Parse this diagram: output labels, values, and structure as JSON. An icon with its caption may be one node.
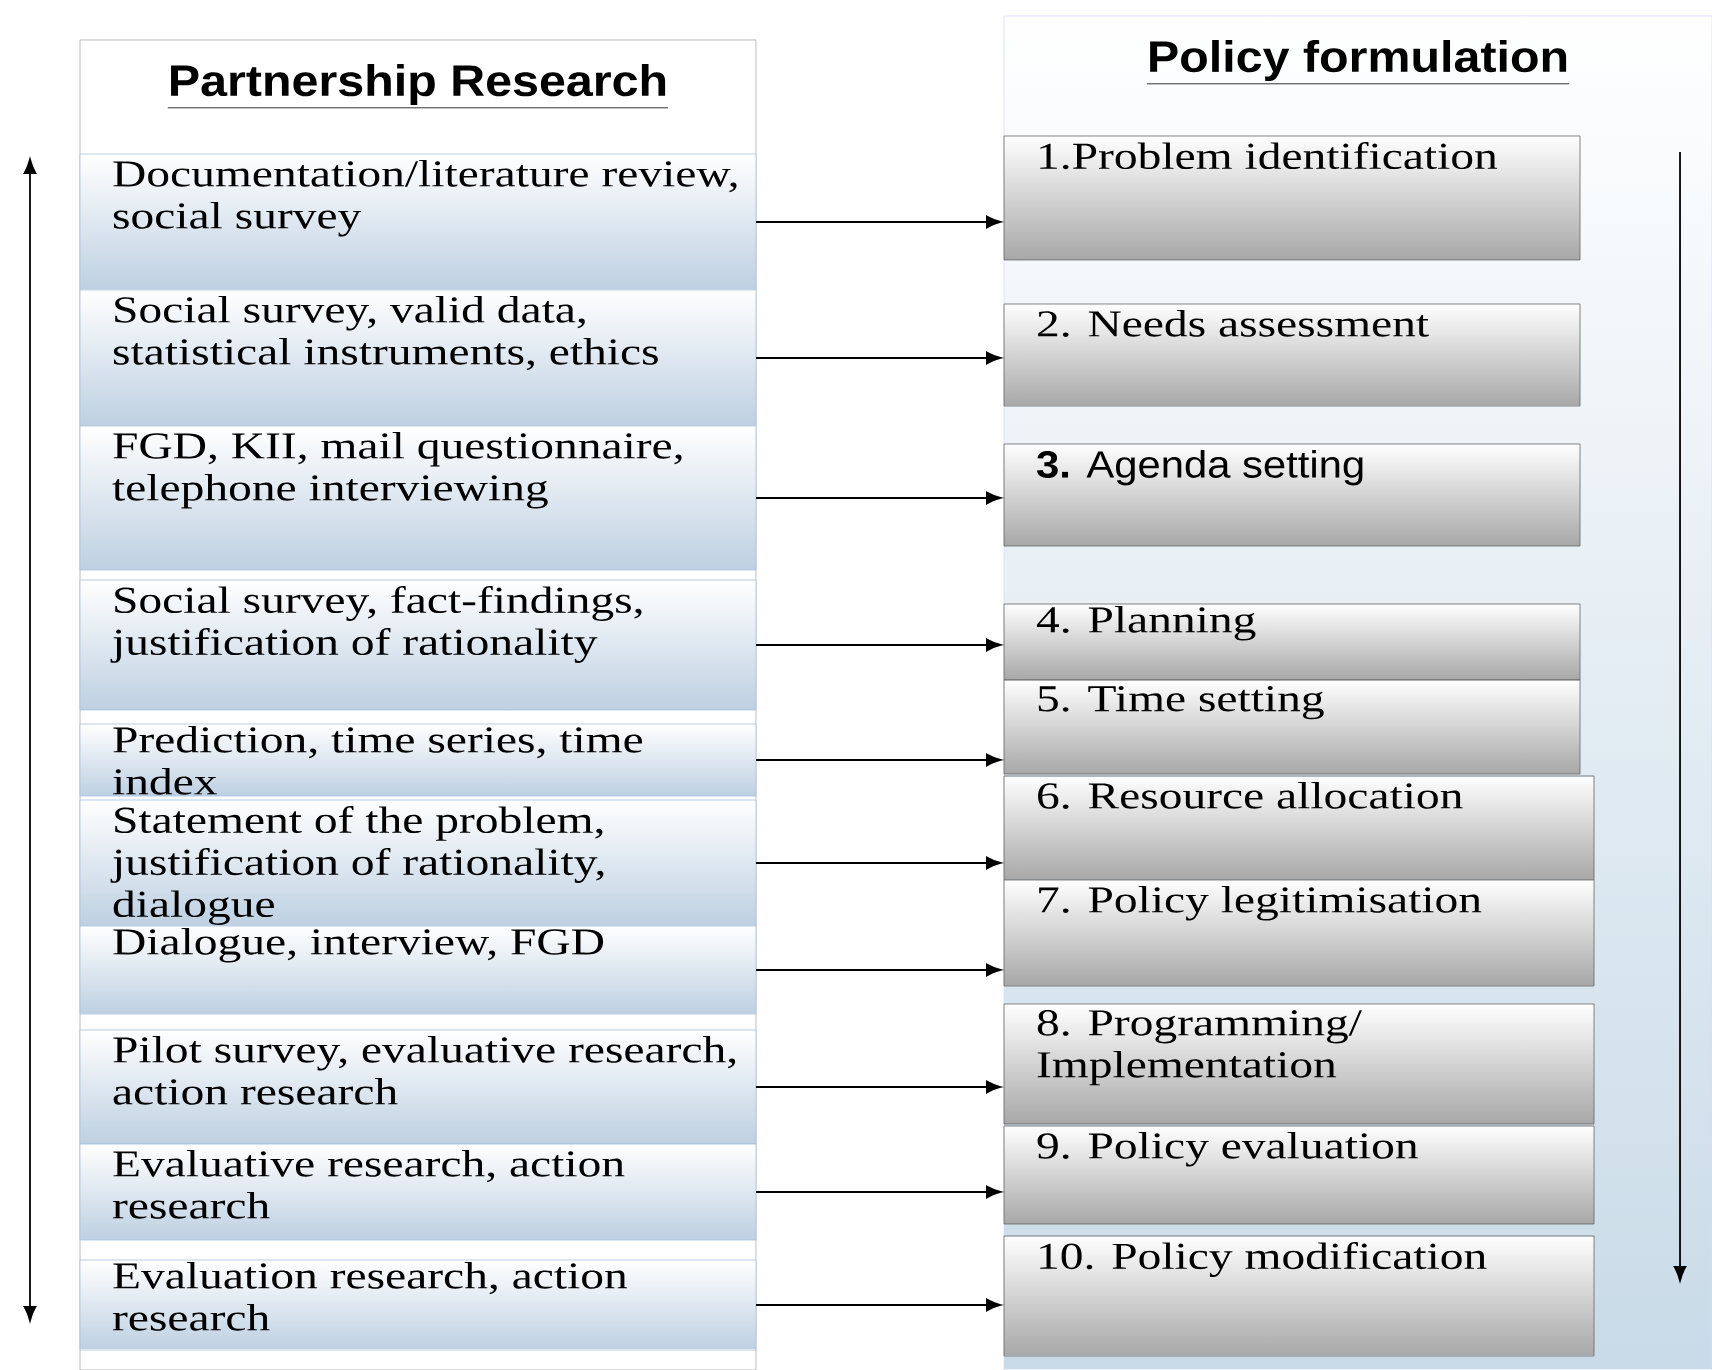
{
  "diagram": {
    "nodes": [
      {
        "text": [
          "Partnership Research"
        ]
      },
      {
        "text": [
          "Documentation/literature review, social survey"
        ],
        "in": 0
      },
      {
        "text": [
          "Social survey, valid data, statistical instruments, ethics"
        ],
        "in": 0
      },
      {
        "text": [
          "FGD, KII, mail questionnaire, telephone interviewing"
        ],
        "in": 0
      },
      {
        "text": [
          "Social survey, fact-findings, justification of rationality"
        ],
        "in": 0
      },
      {
        "text": [
          "Prediction, time series, time index"
        ],
        "in": 0
      },
      {
        "text": [
          "Statement of the problem, justification of rationality, dialogue"
        ],
        "in": 0
      },
      {
        "text": [
          "Dialogue, interview, FGD"
        ],
        "in": 0
      },
      {
        "text": [
          "Pilot survey, evaluative research, action research"
        ],
        "in": 0
      },
      {
        "text": [
          "Evaluative research, action research"
        ],
        "in": 0
      },
      {
        "text": [
          "Evaluation research, action research"
        ],
        "in": 0
      },
      {
        "text": [
          "Policy formulation"
        ]
      },
      {
        "text": [
          "1.Problem identification"
        ],
        "in": 11
      },
      {
        "text": [
          "2. Needs assessment"
        ],
        "in": 11
      },
      {
        "text": [
          "**3.** Agenda setting"
        ],
        "in": 11
      },
      {
        "text": [
          "4. Planning"
        ],
        "in": 11
      },
      {
        "text": [
          "5. Time setting"
        ],
        "in": 11
      },
      {
        "text": [
          "6. Resource allocation"
        ],
        "in": 11
      },
      {
        "text": [
          "7. Policy legitimisation"
        ],
        "in": 11
      },
      {
        "text": [
          "8. Programming/ Implementation"
        ],
        "in": 11
      },
      {
        "text": [
          "9. Policy evaluation"
        ],
        "in": 11
      },
      {
        "text": [
          "10. Policy modification"
        ],
        "in": 11
      }
    ],
    "edges": [
      {
        "from": 1,
        "to": 12,
        "arrow": "to"
      },
      {
        "from": 2,
        "to": 13,
        "arrow": "to"
      },
      {
        "from": 3,
        "to": 14,
        "arrow": "to"
      },
      {
        "from": 4,
        "to": 15,
        "arrow": "to"
      },
      {
        "from": 5,
        "to": 16,
        "arrow": "to"
      },
      {
        "from": 6,
        "to": 17,
        "arrow": "to"
      },
      {
        "from": 7,
        "to": 18,
        "arrow": "to"
      },
      {
        "from": 8,
        "to": 19,
        "arrow": "to"
      },
      {
        "from": 9,
        "to": 20,
        "arrow": "to"
      },
      {
        "from": 10,
        "to": 21,
        "arrow": "to"
      }
    ]
  }
}
